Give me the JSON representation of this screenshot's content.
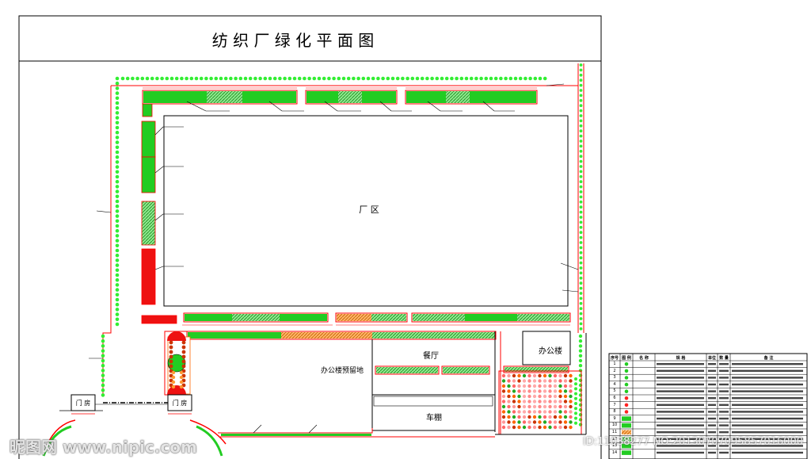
{
  "title": "纺 织 厂 绿 化 平 面 图",
  "areas": {
    "factory": "厂    区",
    "office_reserve": "办公楼预留地",
    "canteen": "餐厅",
    "office": "办公楼",
    "shed": "车棚",
    "gate_left": "门 房",
    "gate_right": "门 房"
  },
  "legend_headers": [
    "序号",
    "图 例",
    "名 称",
    "规 格",
    "单位",
    "数 量",
    "备 注"
  ],
  "legend_row_numbers": [
    "1",
    "2",
    "3",
    "4",
    "5",
    "6",
    "7",
    "8",
    "9",
    "10",
    "11",
    "12",
    "13",
    "14"
  ],
  "watermark": {
    "logo": "昵图网",
    "url": "www.nipic.com",
    "id": "ID:11038277 NO:20130707095857016000"
  },
  "colors": {
    "border": "#000000",
    "red": "#ff0000",
    "green": "#00cc00",
    "bright_green": "#33ee33",
    "orange": "#ff9933",
    "brick": "#cc3300"
  }
}
